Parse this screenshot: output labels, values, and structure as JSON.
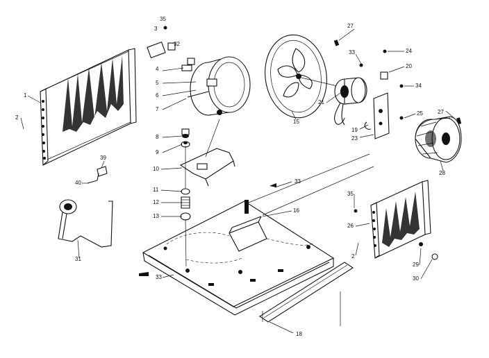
{
  "callouts": [
    {
      "id": "c-35a",
      "text": "35"
    },
    {
      "id": "c-3",
      "text": "3"
    },
    {
      "id": "c-32",
      "text": "32"
    },
    {
      "id": "c-4",
      "text": "4"
    },
    {
      "id": "c-5",
      "text": "5"
    },
    {
      "id": "c-6",
      "text": "6"
    },
    {
      "id": "c-7",
      "text": "7"
    },
    {
      "id": "c-8",
      "text": "8"
    },
    {
      "id": "c-9",
      "text": "9"
    },
    {
      "id": "c-10",
      "text": "10"
    },
    {
      "id": "c-11",
      "text": "11"
    },
    {
      "id": "c-12",
      "text": "12"
    },
    {
      "id": "c-13",
      "text": "13"
    },
    {
      "id": "c-2a",
      "text": "2"
    },
    {
      "id": "c-1",
      "text": "1"
    },
    {
      "id": "c-39",
      "text": "39"
    },
    {
      "id": "c-40",
      "text": "40"
    },
    {
      "id": "c-31",
      "text": "31"
    },
    {
      "id": "c-15",
      "text": "15"
    },
    {
      "id": "c-27a",
      "text": "27"
    },
    {
      "id": "c-33a",
      "text": "33"
    },
    {
      "id": "c-24",
      "text": "24"
    },
    {
      "id": "c-20",
      "text": "20"
    },
    {
      "id": "c-34",
      "text": "34"
    },
    {
      "id": "c-21",
      "text": "21"
    },
    {
      "id": "c-19",
      "text": "19"
    },
    {
      "id": "c-23",
      "text": "23"
    },
    {
      "id": "c-25",
      "text": "25"
    },
    {
      "id": "c-27b",
      "text": "27"
    },
    {
      "id": "c-28",
      "text": "28"
    },
    {
      "id": "c-33b",
      "text": "33"
    },
    {
      "id": "c-16a",
      "text": "16"
    },
    {
      "id": "c-35b",
      "text": "35"
    },
    {
      "id": "c-26",
      "text": "26"
    },
    {
      "id": "c-2b",
      "text": "2"
    },
    {
      "id": "c-29",
      "text": "29"
    },
    {
      "id": "c-30",
      "text": "30"
    },
    {
      "id": "c-33c",
      "text": "33"
    },
    {
      "id": "c-16b",
      "text": "18"
    }
  ]
}
